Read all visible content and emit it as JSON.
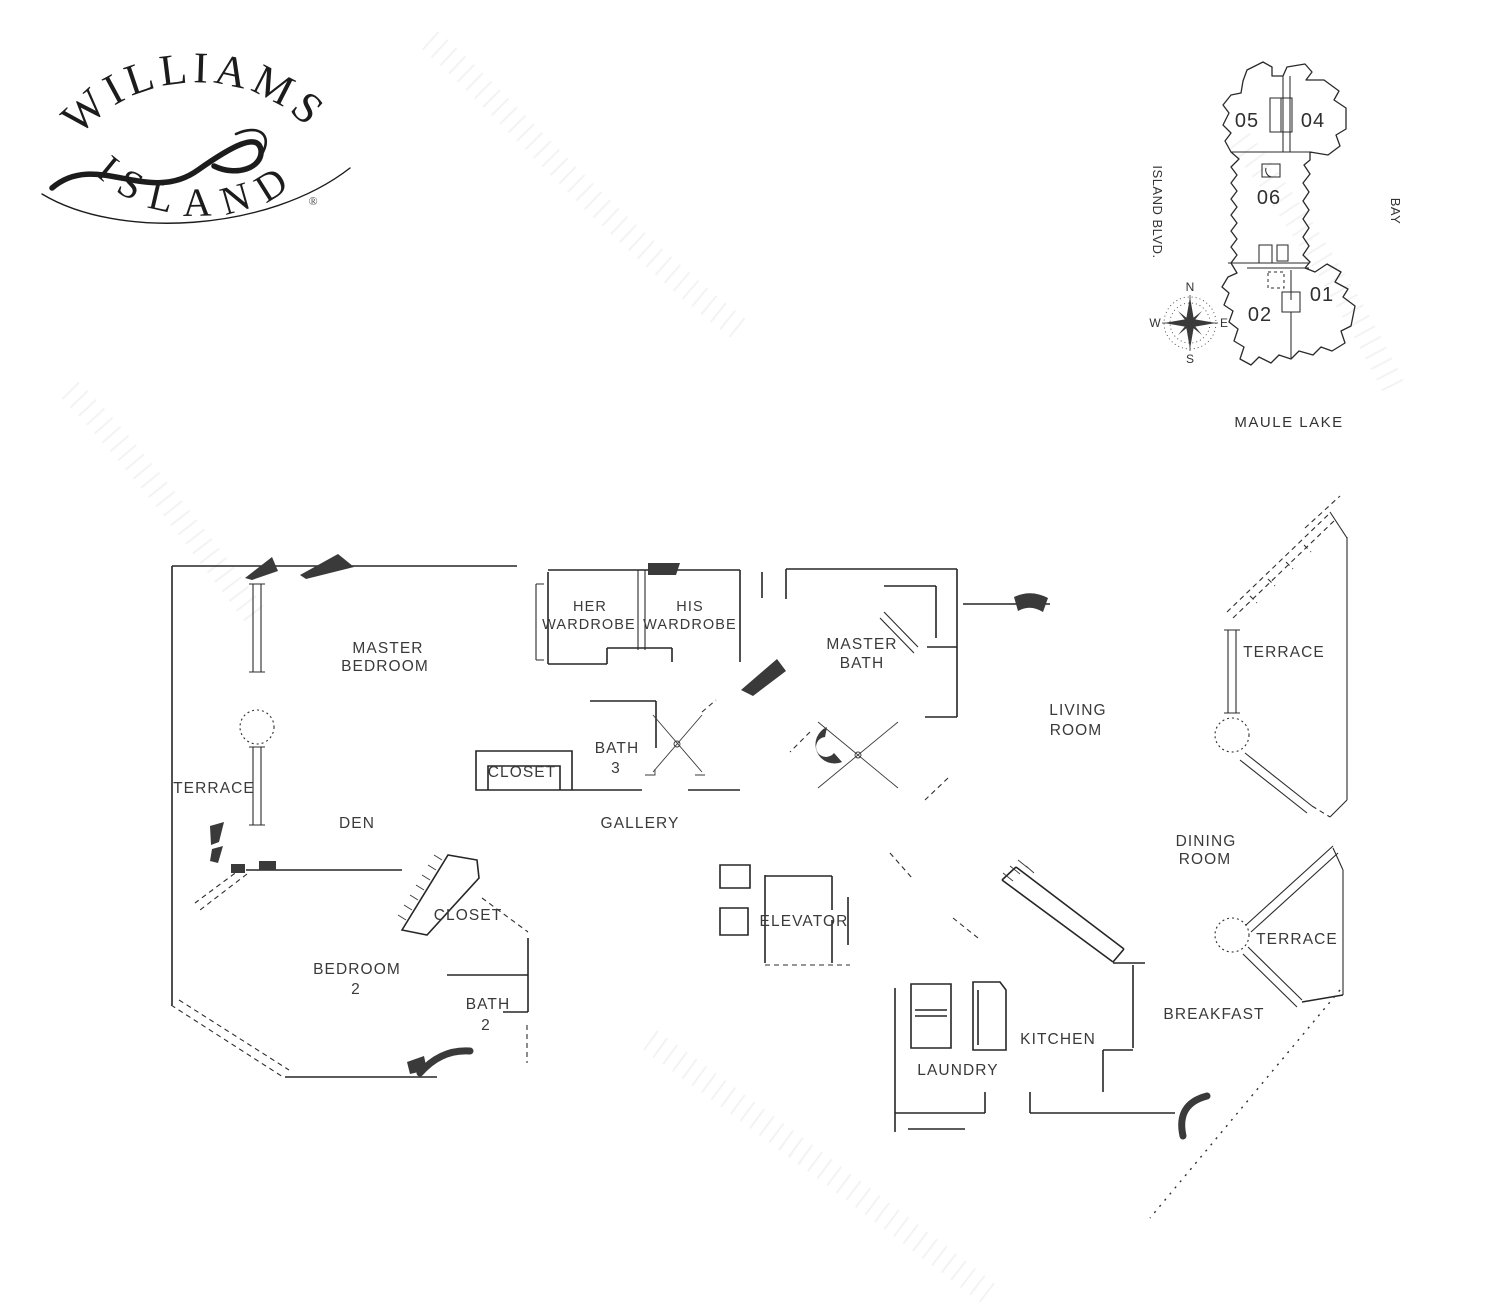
{
  "logo": {
    "top_text": "WILLIAMS",
    "bottom_text": "ISLAND",
    "registered_mark": "®"
  },
  "keyplan": {
    "units": [
      {
        "label": "05"
      },
      {
        "label": "04"
      },
      {
        "label": "06"
      },
      {
        "label": "02"
      },
      {
        "label": "01"
      }
    ],
    "street_label": "ISLAND BLVD.",
    "bay_label": "BAY",
    "lake_label": "MAULE LAKE",
    "compass": {
      "north": "N",
      "south": "S",
      "east": "E",
      "west": "W"
    }
  },
  "floorplan": {
    "labels": {
      "master_bedroom_line1": "MASTER",
      "master_bedroom_line2": "BEDROOM",
      "her_wardrobe_line1": "HER",
      "her_wardrobe_line2": "WARDROBE",
      "his_wardrobe_line1": "HIS",
      "his_wardrobe_line2": "WARDROBE",
      "master_bath_line1": "MASTER",
      "master_bath_line2": "BATH",
      "bath3_line1": "BATH",
      "bath3_line2": "3",
      "closet_hall": "CLOSET",
      "terrace_west": "TERRACE",
      "den": "DEN",
      "gallery": "GALLERY",
      "living_room_line1": "LIVING",
      "living_room_line2": "ROOM",
      "terrace_northeast": "TERRACE",
      "dining_room_line1": "DINING",
      "dining_room_line2": "ROOM",
      "terrace_southeast": "TERRACE",
      "closet_bedroom2": "CLOSET",
      "bedroom2_line1": "BEDROOM",
      "bedroom2_line2": "2",
      "bath2_line1": "BATH",
      "bath2_line2": "2",
      "elevator": "ELEVATOR",
      "kitchen": "KITCHEN",
      "breakfast": "BREAKFAST",
      "laundry": "LAUNDRY"
    }
  },
  "colors": {
    "ink": "#2b2b2b",
    "label": "#3a3a3a",
    "paper": "#ffffff"
  }
}
